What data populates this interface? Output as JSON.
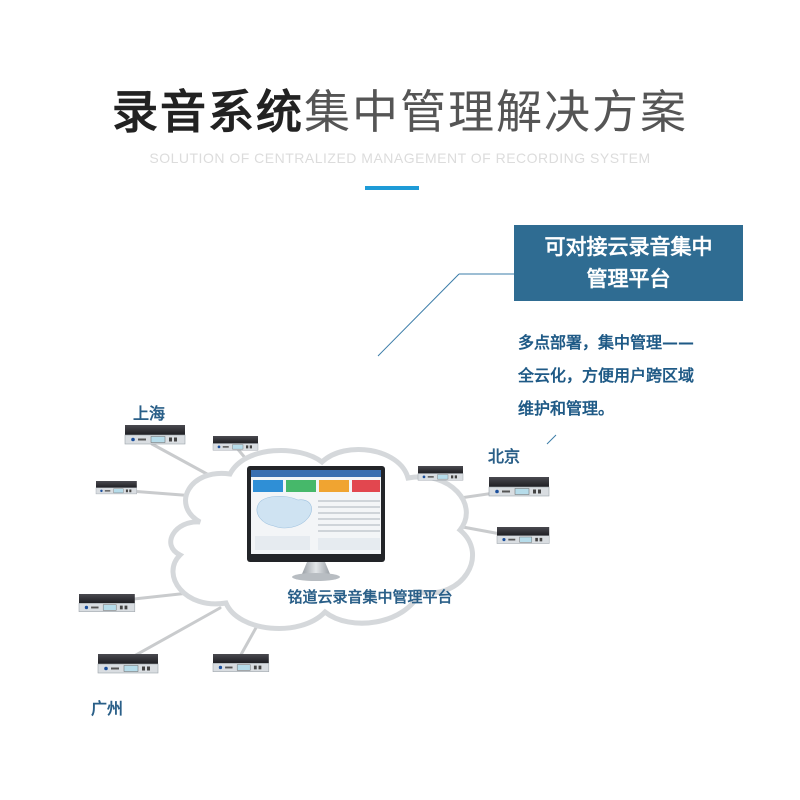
{
  "header": {
    "title_bold": "录音系统",
    "title_light": "集中管理解决方案",
    "subtitle": "SOLUTION OF CENTRALIZED MANAGEMENT OF RECORDING SYSTEM"
  },
  "callout": {
    "line1": "可对接云录音集中",
    "line2": "管理平台"
  },
  "description": {
    "line1": "多点部署，集中管理——",
    "line2": "全云化，方便用户跨区域",
    "line3": "维护和管理。"
  },
  "cities": {
    "shanghai": "上海",
    "beijing": "北京",
    "guangzhou": "广州"
  },
  "cloud": {
    "label": "铭道云录音集中管理平台"
  },
  "colors": {
    "accent": "#1e9bd7",
    "callout_bg": "#2f6c92",
    "text_blue": "#1f5a86",
    "device": "#2b2b2f"
  }
}
